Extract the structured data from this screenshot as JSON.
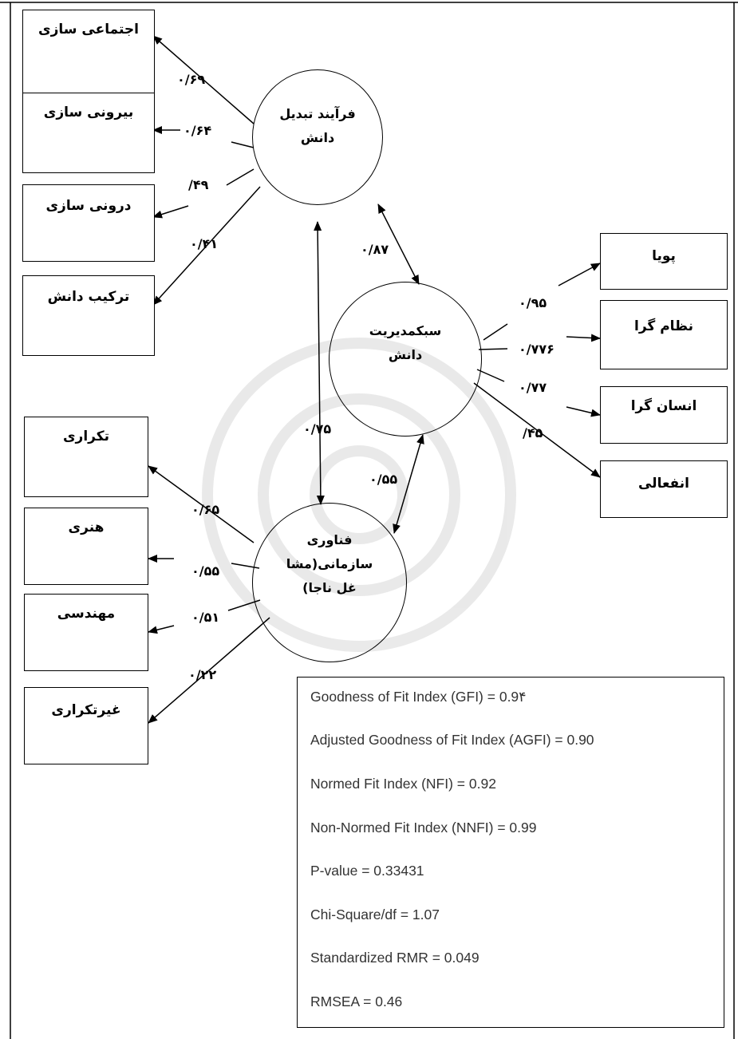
{
  "latent": {
    "conversion": {
      "line1": "فرآیند تبدیل",
      "line2": "دانش"
    },
    "style": {
      "line1": "سبکمدیریت",
      "line2": "دانش"
    },
    "tech": {
      "line1": "فناوری",
      "line2": "سازمانی(مشا",
      "line3": "غل ناجا)"
    }
  },
  "indicators": {
    "conversion": [
      "اجتماعی سازی",
      "بیرونی سازی",
      "درونی سازی",
      "ترکیب دانش"
    ],
    "style": [
      "پویا",
      "نظام گرا",
      "انسان گرا",
      "انفعالی"
    ],
    "tech": [
      "تکراری",
      "هنری",
      "مهندسی",
      "غیرتکراری"
    ]
  },
  "loadings": {
    "conversion": [
      "۰/۶۹",
      "۰/۶۴",
      "/۴۹",
      "۰/۴۱"
    ],
    "style": [
      "۰/۹۵",
      "۰/۷۷۶",
      "۰/۷۷",
      "/۴۵"
    ],
    "tech": [
      "۰/۶۵",
      "۰/۵۵",
      "۰/۵۱",
      "۰/۲۲"
    ]
  },
  "paths": {
    "conversion_style": "۰/۸۷",
    "conversion_tech": "۰/۷۵",
    "style_tech": "۰/۵۵"
  },
  "fit_indices": [
    "Goodness of Fit Index (GFI) = 0.9۴",
    "Adjusted Goodness of Fit Index (AGFI) = 0.90",
    "Normed Fit Index (NFI) = 0.92",
    "Non-Normed Fit Index (NNFI) = 0.99",
    "P-value = 0.33431",
    "Chi-Square/df = 1.07",
    "Standardized RMR = 0.049",
    "RMSEA = 0.46"
  ]
}
